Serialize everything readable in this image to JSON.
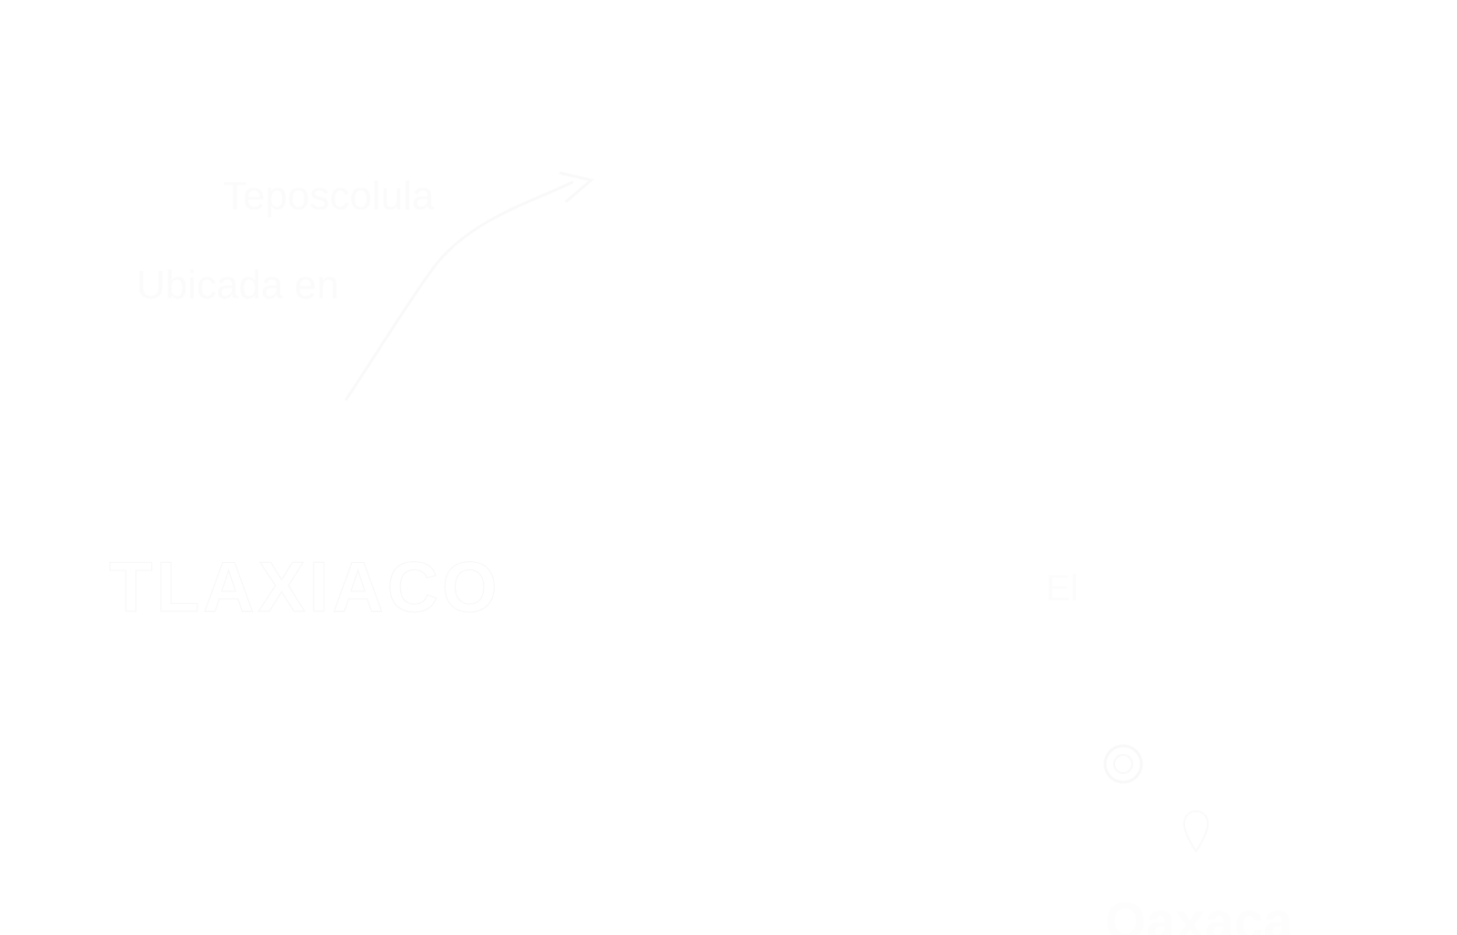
{
  "hero": {
    "line1": "Teposcolula",
    "line2": "Ubicada en",
    "line3": "",
    "big_word": "TLAXIACO",
    "right_text": "El",
    "right_bottom_word": "Oaxaca"
  },
  "icons": {
    "swoosh": "swoosh-decoration",
    "circle": "circle-glyph",
    "marker": "map-marker"
  },
  "colors": {
    "background": "#ffffff",
    "ghost_text": "#fbfbfb"
  }
}
